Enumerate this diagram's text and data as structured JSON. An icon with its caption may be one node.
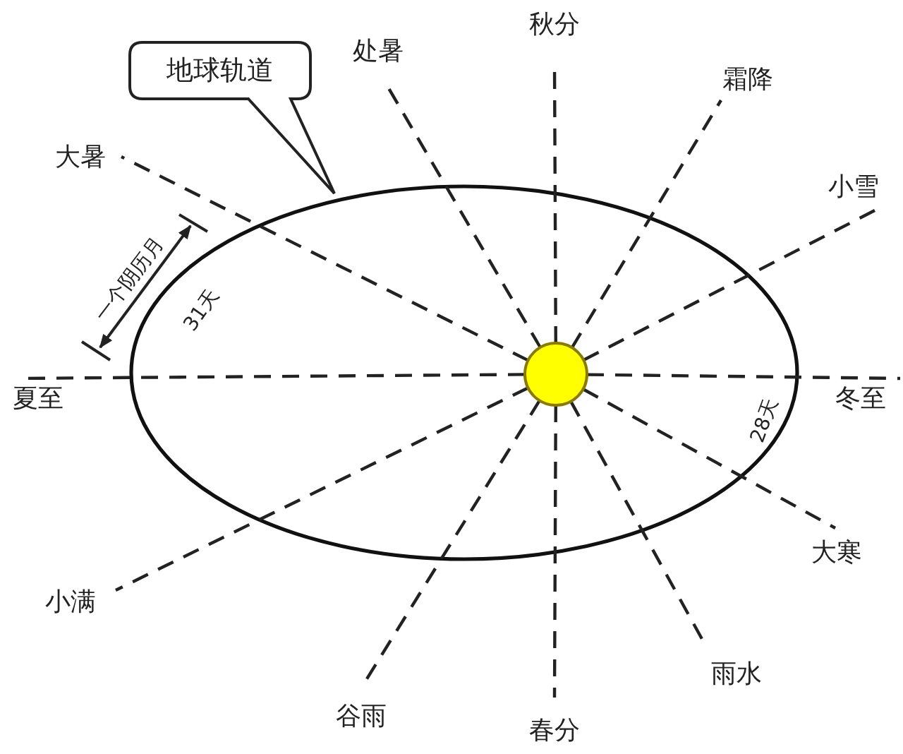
{
  "diagram": {
    "nodes": [
      {
        "text": [
          "地球轨道"
        ]
      },
      {
        "text": [
          "处暑"
        ]
      },
      {
        "text": [
          "秋分"
        ]
      },
      {
        "text": [
          "霜降"
        ]
      },
      {
        "text": [
          "大暑"
        ]
      },
      {
        "text": [
          "小雪"
        ]
      },
      {
        "text": [
          "夏至"
        ]
      },
      {
        "text": [
          "冬至"
        ]
      },
      {
        "text": [
          "大寒"
        ]
      },
      {
        "text": [
          "小满"
        ]
      },
      {
        "text": [
          "雨水"
        ]
      },
      {
        "text": [
          "谷雨"
        ]
      },
      {
        "text": [
          "春分"
        ]
      },
      {
        "text": [],
        "shape": "circle"
      }
    ],
    "edges": [
      {
        "from": 13,
        "to": 1,
        "arrow": "none",
        "style": "dashed"
      },
      {
        "from": 13,
        "to": 2,
        "arrow": "none",
        "style": "dashed"
      },
      {
        "from": 13,
        "to": 3,
        "arrow": "none",
        "style": "dashed"
      },
      {
        "from": 13,
        "to": 4,
        "arrow": "none",
        "style": "dashed"
      },
      {
        "from": 13,
        "to": 5,
        "arrow": "none",
        "style": "dashed"
      },
      {
        "from": 13,
        "to": 6,
        "arrow": "none",
        "style": "dashed"
      },
      {
        "from": 13,
        "to": 7,
        "arrow": "none",
        "style": "dashed"
      },
      {
        "from": 13,
        "to": 8,
        "arrow": "none",
        "style": "dashed"
      },
      {
        "from": 13,
        "to": 9,
        "arrow": "none",
        "style": "dashed"
      },
      {
        "from": 13,
        "to": 10,
        "arrow": "none",
        "style": "dashed"
      },
      {
        "from": 13,
        "to": 11,
        "arrow": "none",
        "style": "dashed"
      },
      {
        "from": 13,
        "to": 12,
        "arrow": "none",
        "style": "dashed"
      }
    ],
    "labels": [
      "一个阴历月",
      "31天",
      "28天"
    ]
  }
}
